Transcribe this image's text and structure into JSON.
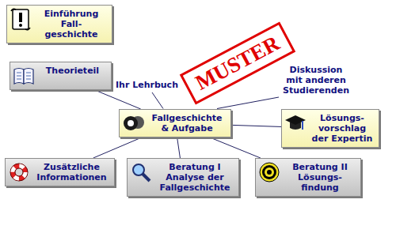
{
  "diagram": {
    "nodes": [
      {
        "text": [
          "Einführung Fall- geschichte"
        ]
      },
      {
        "text": [
          "Theorieteil"
        ]
      },
      {
        "text": [
          "Fallgeschichte & Aufgabe"
        ]
      },
      {
        "text": [
          "Lösungs- vorschlag der Expertin"
        ]
      },
      {
        "text": [
          "Zusätzliche Informationen"
        ]
      },
      {
        "text": [
          "Beratung I Analyse der Fallgeschichte"
        ]
      },
      {
        "text": [
          "Beratung II Lösungs- findung"
        ]
      }
    ],
    "edges": [
      {
        "from": 1,
        "to": 2,
        "arrow": "none"
      },
      {
        "from": 2,
        "to": 3,
        "arrow": "none"
      },
      {
        "from": 2,
        "to": 4,
        "arrow": "none"
      },
      {
        "from": 2,
        "to": 5,
        "arrow": "none"
      },
      {
        "from": 2,
        "to": 6,
        "arrow": "none"
      }
    ],
    "labels": [
      "Ihr Lehrbuch",
      "Diskussion mit anderen Studierenden",
      "MUSTER"
    ]
  }
}
